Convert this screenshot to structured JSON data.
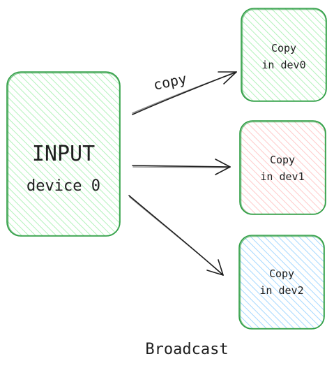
{
  "diagram": {
    "input_box": {
      "title": "INPUT",
      "subtitle": "device 0",
      "fill_color": "#b2f2bb",
      "stroke_color": "#2f9e44"
    },
    "arrow_label": "copy",
    "targets": [
      {
        "line1": "Copy",
        "line2": "in dev0",
        "fill_color": "#b2f2bb",
        "stroke_color": "#2f9e44"
      },
      {
        "line1": "Copy",
        "line2": "in dev1",
        "fill_color": "#ffc9c9",
        "stroke_color": "#2f9e44"
      },
      {
        "line1": "Copy",
        "line2": "in dev2",
        "fill_color": "#a5d8ff",
        "stroke_color": "#2f9e44"
      }
    ],
    "caption": "Broadcast"
  }
}
